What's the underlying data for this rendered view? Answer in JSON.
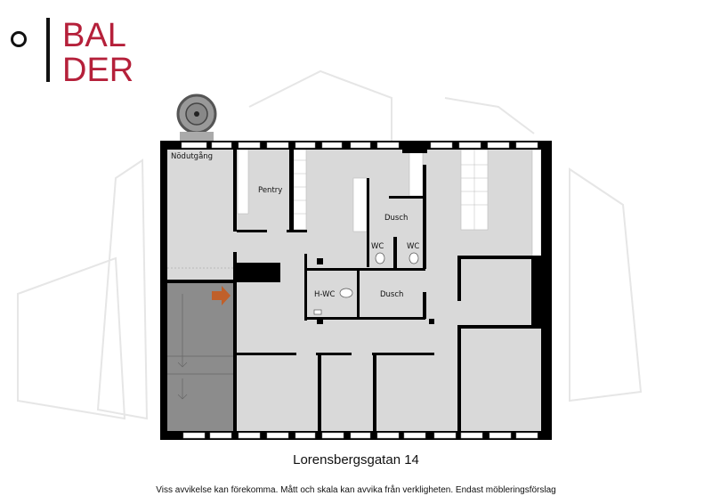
{
  "logo": {
    "line1": "BAL",
    "line2": "DER",
    "brand_color": "#b5203a"
  },
  "rooms": {
    "emergency_exit": "Nödutgång",
    "pantry": "Pentry",
    "shower_upper": "Dusch",
    "wc_left": "WC",
    "wc_right": "WC",
    "accessible_wc": "H-WC",
    "shower_lower": "Dusch"
  },
  "address": "Lorensbergsgatan 14",
  "disclaimer": "Viss avvikelse kan förekomma. Mått och skala kan avvika från verkligheten. Endast möbleringsförslag",
  "colors": {
    "room": "#d9d9d9",
    "stairwell": "#8c8c8c",
    "wall": "#000000",
    "arrow": "#c0602a"
  }
}
